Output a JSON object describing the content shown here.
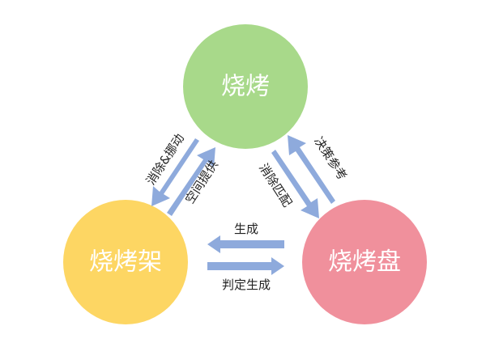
{
  "diagram": {
    "nodes": {
      "top": {
        "label": "烧烤",
        "color": "#a8d98a"
      },
      "left": {
        "label": "烧烤架",
        "color": "#fdd663"
      },
      "right": {
        "label": "烧烤盘",
        "color": "#f0909c"
      }
    },
    "edges": {
      "left_up_label": "消除&挪动",
      "left_down_label": "空间提供",
      "right_up_label": "决策参考",
      "right_down_label": "消除匹配",
      "bottom_left_label": "生成",
      "bottom_right_label": "判定生成"
    },
    "colors": {
      "arrow": "#8eaadc",
      "text": "#222222",
      "node_text": "#ffffff"
    }
  }
}
